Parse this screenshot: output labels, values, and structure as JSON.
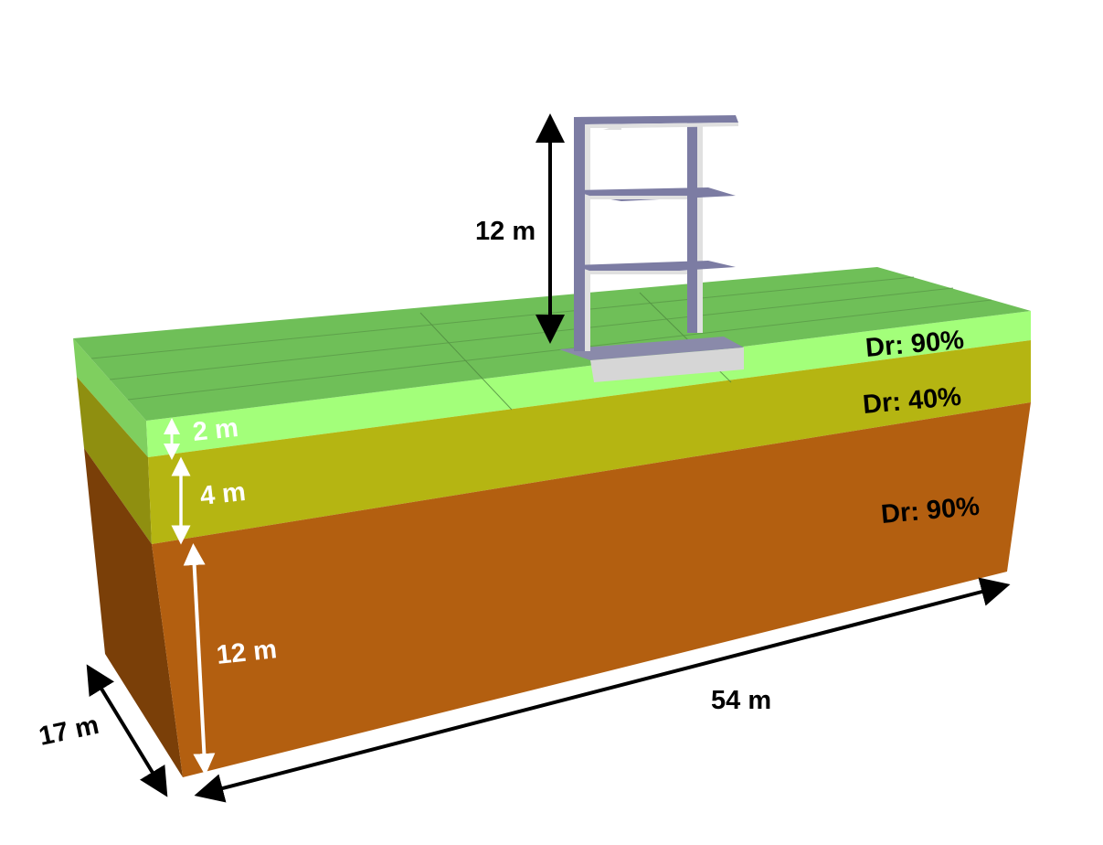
{
  "structure_height": "12 m",
  "layers": [
    {
      "thickness": "2 m",
      "label": "Dr: 90%",
      "color": "#a3ff7a"
    },
    {
      "thickness": "4 m",
      "label": "Dr: 40%",
      "color": "#b5b512"
    },
    {
      "thickness": "12 m",
      "label": "Dr: 90%",
      "color": "#b35f10"
    }
  ],
  "length": "54 m",
  "width": "17 m",
  "colors": {
    "top_surface": "#6fbf58",
    "frame": "#7c7ca3",
    "foundation": "#d6d6d6",
    "dimension_arrow": "#000000"
  }
}
